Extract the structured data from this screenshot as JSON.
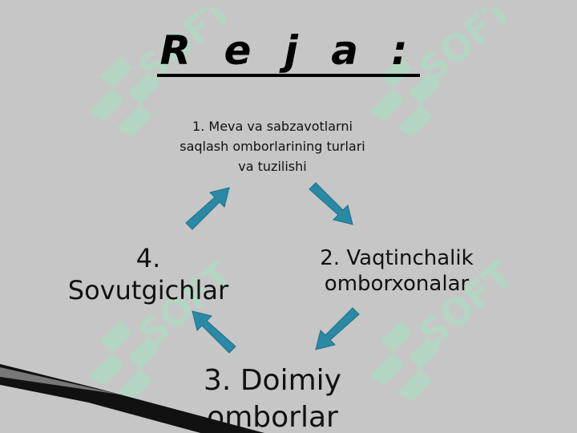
{
  "title": "R e j a :",
  "items": [
    {
      "text": "1. Meva va sabzavotlarni saqlash omborlarining turlari va tuzilishi"
    },
    {
      "text": "2. Vaqtinchalik omborxonalar"
    },
    {
      "text": "3. Doimiy omborlar"
    },
    {
      "text": "4. Sovutgichlar"
    }
  ],
  "watermark_text": "SOFT",
  "colors": {
    "background": "#c6c6c6",
    "arrow": "#2a8aa6",
    "watermark": "#9fe8c2",
    "text": "#111111"
  }
}
